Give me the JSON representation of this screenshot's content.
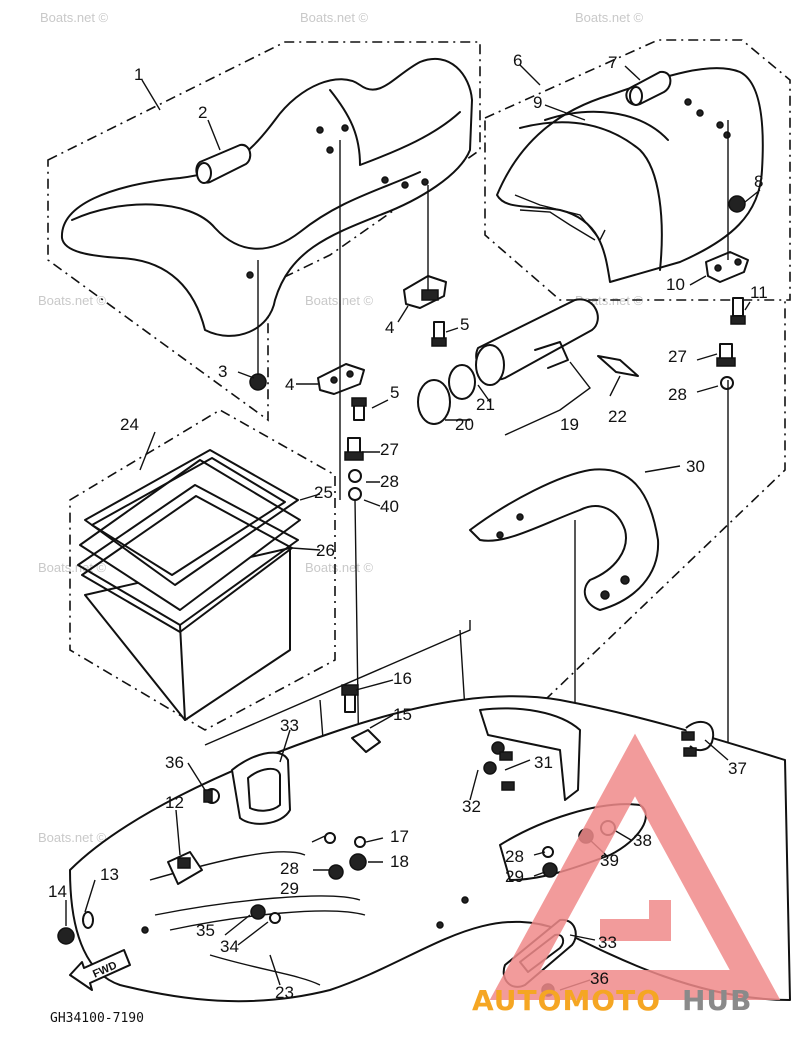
{
  "diagram_code": "GH34100-7190",
  "fwd_label": "FWD",
  "watermarks": [
    "Boats.net ©",
    "Boats.net ©",
    "Boats.net ©",
    "Boats.net ©",
    "Boats.net ©",
    "Boats.net ©",
    "Boats.net ©",
    "Boats.net ©",
    "Boats.net ©"
  ],
  "brand": {
    "part_a": "AUTOMOTO",
    "part_b": "HUB",
    "color_a": "#f5a623",
    "color_b": "#8a8a8a",
    "mark_color": "#f08a8a"
  },
  "labels": [
    {
      "text": "1"
    },
    {
      "text": "2"
    },
    {
      "text": "3"
    },
    {
      "text": "4"
    },
    {
      "text": "5"
    },
    {
      "text": "4"
    },
    {
      "text": "5"
    },
    {
      "text": "6"
    },
    {
      "text": "7"
    },
    {
      "text": "9"
    },
    {
      "text": "8"
    },
    {
      "text": "10"
    },
    {
      "text": "11"
    },
    {
      "text": "27"
    },
    {
      "text": "28"
    },
    {
      "text": "22"
    },
    {
      "text": "21"
    },
    {
      "text": "20"
    },
    {
      "text": "19"
    },
    {
      "text": "24"
    },
    {
      "text": "25"
    },
    {
      "text": "26"
    },
    {
      "text": "27"
    },
    {
      "text": "28"
    },
    {
      "text": "40"
    },
    {
      "text": "30"
    },
    {
      "text": "16"
    },
    {
      "text": "15"
    },
    {
      "text": "33"
    },
    {
      "text": "36"
    },
    {
      "text": "12"
    },
    {
      "text": "13"
    },
    {
      "text": "14"
    },
    {
      "text": "28"
    },
    {
      "text": "29"
    },
    {
      "text": "17"
    },
    {
      "text": "18"
    },
    {
      "text": "31"
    },
    {
      "text": "32"
    },
    {
      "text": "37"
    },
    {
      "text": "38"
    },
    {
      "text": "39"
    },
    {
      "text": "28"
    },
    {
      "text": "29"
    },
    {
      "text": "35"
    },
    {
      "text": "34"
    },
    {
      "text": "33"
    },
    {
      "text": "36"
    },
    {
      "text": "23"
    }
  ]
}
